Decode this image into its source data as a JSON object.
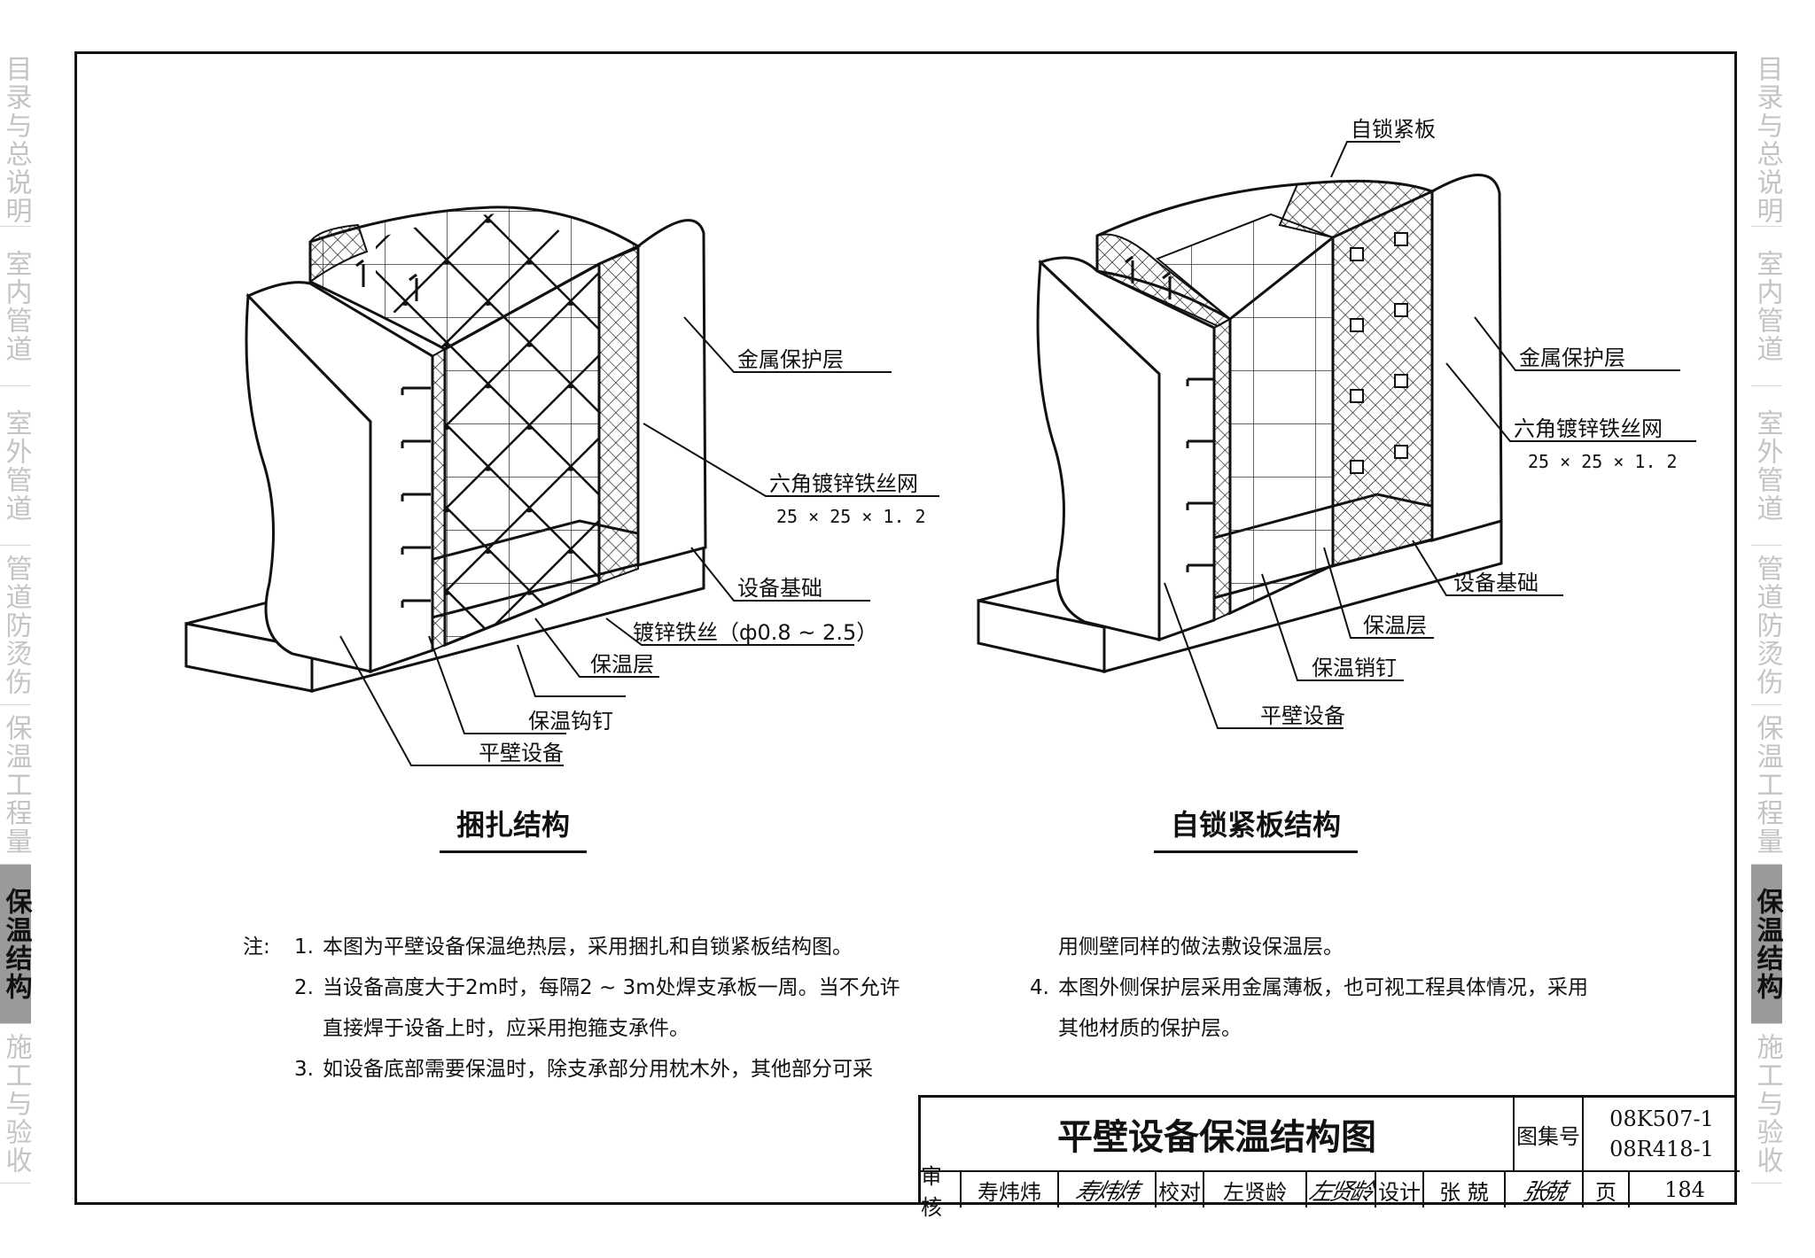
{
  "sidebar_left": [
    {
      "label": "目录与总说明",
      "active": false
    },
    {
      "label": "室内管道",
      "active": false
    },
    {
      "label": "室外管道",
      "active": false
    },
    {
      "label": "管道防烫伤",
      "active": false
    },
    {
      "label": "保温工程量",
      "active": false
    },
    {
      "label": "保温结构",
      "active": true
    },
    {
      "label": "施工与验收",
      "active": false
    }
  ],
  "sidebar_right": [
    {
      "label": "目录与总说明",
      "active": false
    },
    {
      "label": "室内管道",
      "active": false
    },
    {
      "label": "室外管道",
      "active": false
    },
    {
      "label": "管道防烫伤",
      "active": false
    },
    {
      "label": "保温工程量",
      "active": false
    },
    {
      "label": "保温结构",
      "active": true
    },
    {
      "label": "施工与验收",
      "active": false
    }
  ],
  "diagram_left": {
    "caption": "捆扎结构",
    "labels": {
      "metal_cover": "金属保护层",
      "hex_mesh": "六角镀锌铁丝网",
      "mesh_size": "25 × 25 × 1. 2",
      "foundation": "设备基础",
      "wire": "镀锌铁丝（ф0.8 ~ 2.5）",
      "insulation": "保温层",
      "hook_nail": "保温钩钉",
      "equipment": "平壁设备"
    }
  },
  "diagram_right": {
    "caption": "自锁紧板结构",
    "labels": {
      "lock_plate": "自锁紧板",
      "metal_cover": "金属保护层",
      "hex_mesh": "六角镀锌铁丝网",
      "mesh_size": "25 × 25 × 1. 2",
      "foundation": "设备基础",
      "insulation": "保温层",
      "pin_nail": "保温销钉",
      "equipment": "平壁设备"
    }
  },
  "notes": {
    "prefix": "注:",
    "left": [
      {
        "num": "1.",
        "text": "本图为平壁设备保温绝热层，采用捆扎和自锁紧板结构图。"
      },
      {
        "num": "2.",
        "text": "当设备高度大于2m时，每隔2 ~ 3m处焊支承板一周。当不允许"
      },
      {
        "num": "",
        "text": "直接焊于设备上时，应采用抱箍支承件。"
      },
      {
        "num": "3.",
        "text": "如设备底部需要保温时，除支承部分用枕木外，其他部分可采"
      }
    ],
    "right": [
      {
        "num": "",
        "text": "用侧壁同样的做法敷设保温层。"
      },
      {
        "num": "4.",
        "text": "本图外侧保护层采用金属薄板，也可视工程具体情况，采用"
      },
      {
        "num": "",
        "text": "其他材质的保护层。"
      }
    ]
  },
  "title_block": {
    "title": "平壁设备保温结构图",
    "atlas_label": "图集号",
    "atlas_no_1": "08K507-1",
    "atlas_no_2": "08R418-1",
    "page_label": "页",
    "page_no": "184",
    "review_label": "审核",
    "review_name": "寿炜炜",
    "review_sig": "寿炜炜",
    "check_label": "校对",
    "check_name": "左贤龄",
    "check_sig": "左贤龄",
    "design_label": "设计",
    "design_name": "张 兢",
    "design_sig": "张兢"
  }
}
